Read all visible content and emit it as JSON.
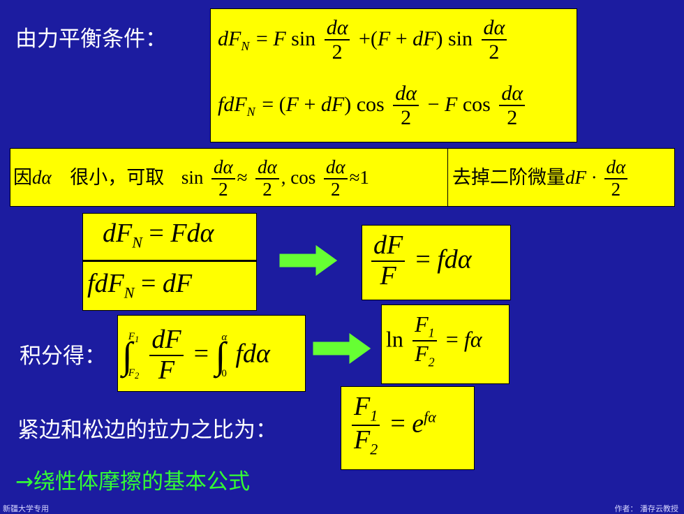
{
  "labels": {
    "balance": "由力平衡条件：",
    "integrate": "积分得：",
    "ratio": "紧边和松边的拉力之比为：",
    "conclusion": "→绕性体摩擦的基本公式"
  },
  "approx_box": {
    "prefix": "因",
    "small": "很小，可取",
    "result": "≈1"
  },
  "drop_box": {
    "text": "去掉二阶微量"
  },
  "footer": {
    "left": "新疆大学专用",
    "right": "作者：  潘存云教授"
  },
  "colors": {
    "background": "#1c1ca0",
    "box": "#ffff00",
    "arrow": "#66ff33",
    "conclusion_text": "#33ff33",
    "arrow_symbol": "#ff3333"
  }
}
